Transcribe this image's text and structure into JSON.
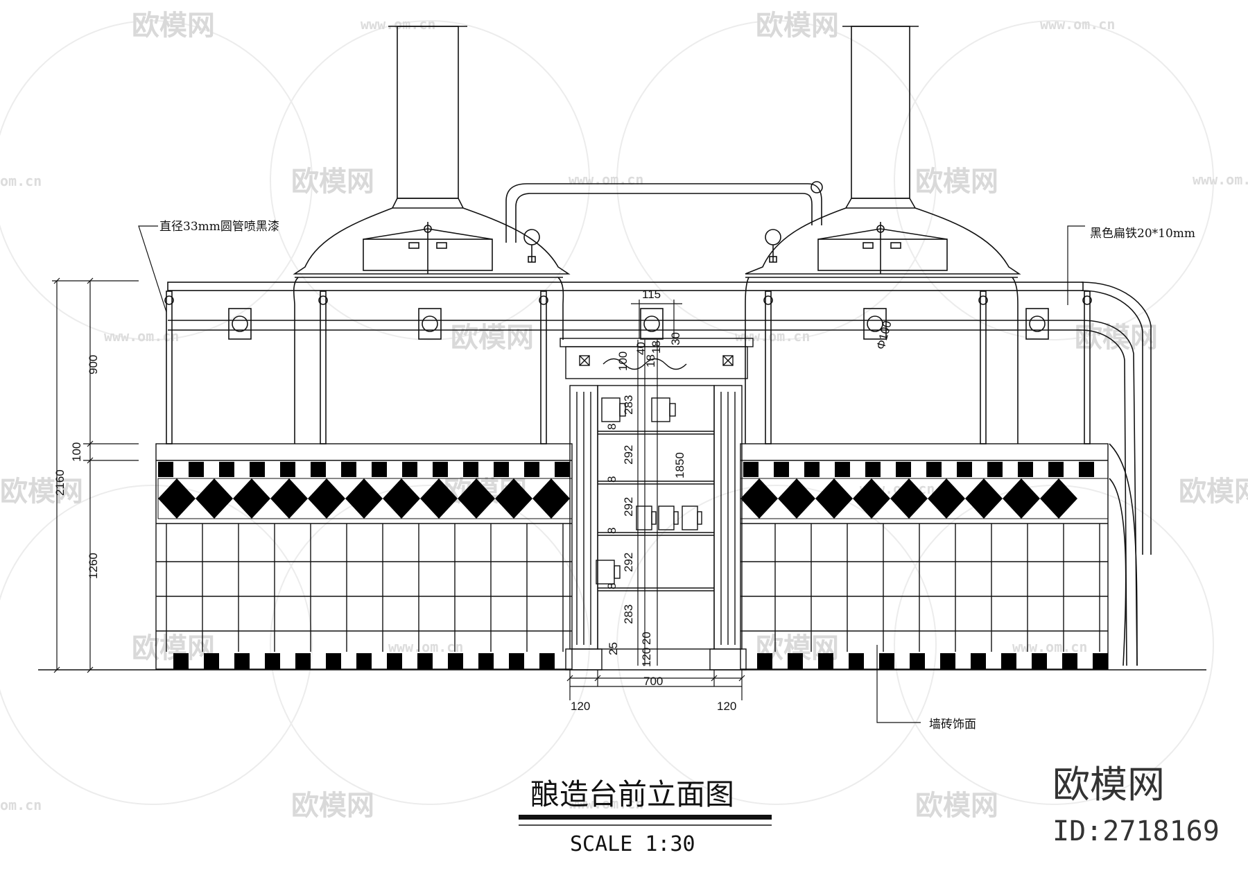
{
  "watermark": {
    "brand": "欧模网",
    "url": "www.om.cn",
    "url_short": "om.cn"
  },
  "annotations": {
    "pipe_note": "直径33mm圆管喷黑漆",
    "iron_note": "黑色扁铁20*10mm",
    "tile_note": "墙砖饰面",
    "diameter": "Φ100"
  },
  "dimensions": {
    "left_900": "900",
    "left_100": "100",
    "left_2160": "2160",
    "left_1260": "1260",
    "top_115": "115",
    "top_100": "100",
    "top_40": "40",
    "top_18a": "18",
    "top_18b": "18",
    "top_30": "30",
    "d_283a": "283",
    "d_8a": "8",
    "d_292a": "292",
    "d_8b": "8",
    "d_292b": "292",
    "d_8c": "8",
    "d_292c": "292",
    "d_8d": "8",
    "d_283b": "283",
    "d_20": "20",
    "d_25": "25",
    "d_120v": "120",
    "d_1850": "1850",
    "bottom_700": "700",
    "bottom_120_left": "120",
    "bottom_120_right": "120"
  },
  "title": {
    "main": "酿造台前立面图",
    "scale": "SCALE 1:30"
  },
  "logo": {
    "brand": "欧模网",
    "id": "ID:2718169"
  }
}
